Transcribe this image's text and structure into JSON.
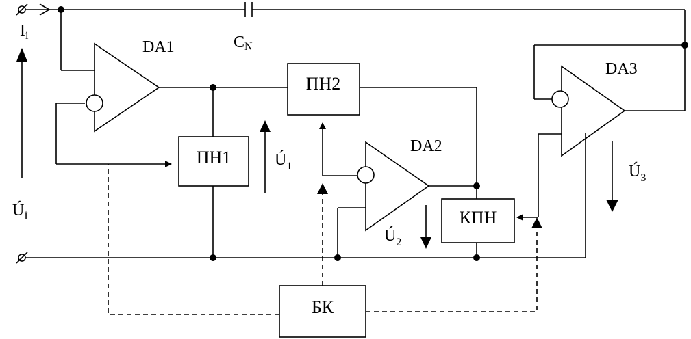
{
  "blocks": {
    "pn1": "ПН1",
    "pn2": "ПН2",
    "kpn": "КПН",
    "bk": "БК"
  },
  "amplifiers": {
    "da1": "DA1",
    "da2": "DA2",
    "da3": "DA3"
  },
  "capacitor": {
    "main": "C",
    "sub": "N"
  },
  "labels": {
    "current": {
      "main": "I",
      "sub": "i"
    },
    "input_voltage": {
      "main": "Ú",
      "sub": "İ"
    },
    "u1": {
      "main": "Ú",
      "sub": "1"
    },
    "u2": {
      "main": "Ú",
      "sub": "2"
    },
    "u3": {
      "main": "Ú",
      "sub": "3"
    }
  }
}
